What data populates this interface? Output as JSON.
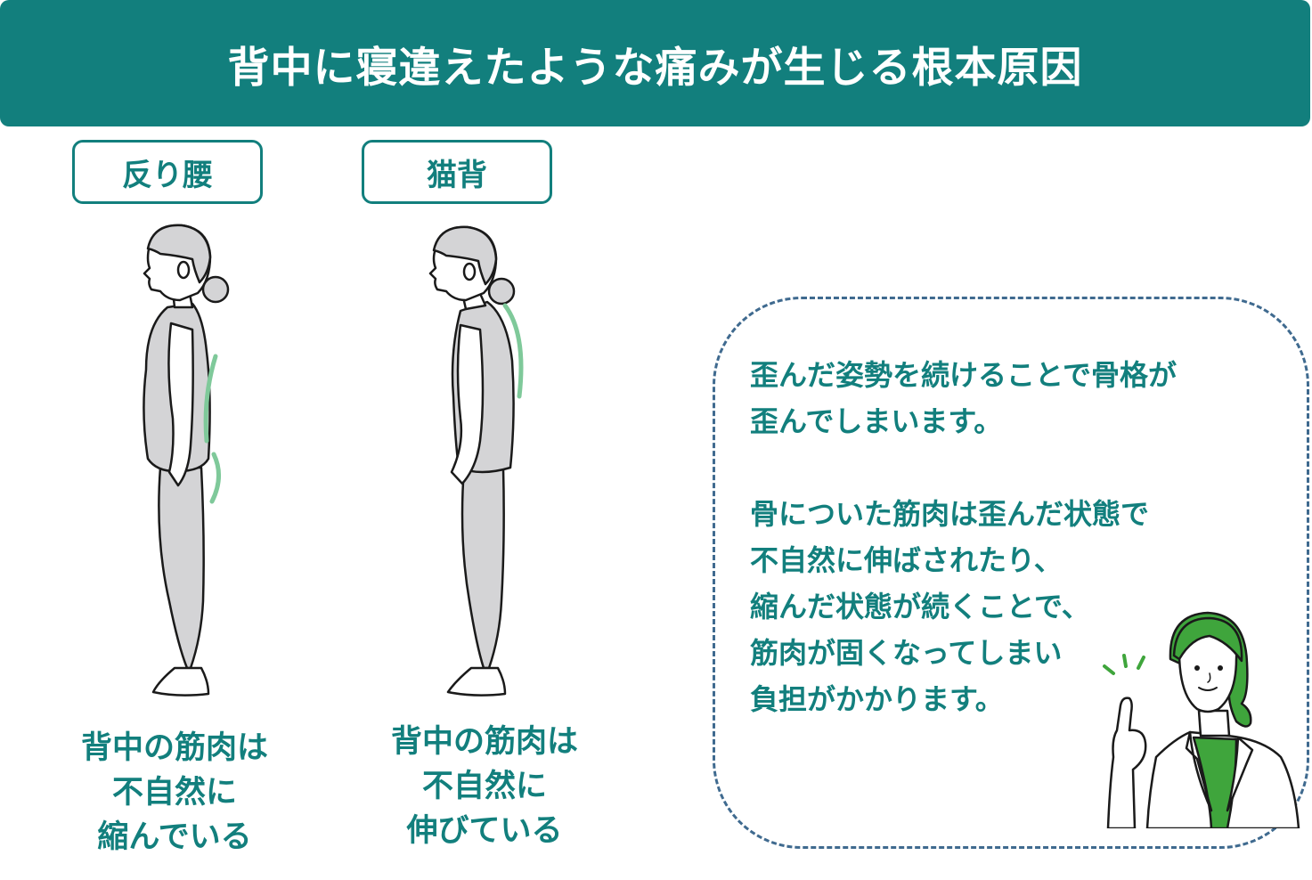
{
  "title": "背中に寝違えたような痛みが生じる根本原因",
  "left": {
    "label": "反り腰",
    "caption": [
      "背中の筋肉は",
      "不自然に",
      "縮んでいる"
    ]
  },
  "right": {
    "label": "猫背",
    "caption": [
      "背中の筋肉は",
      "不自然に",
      "伸びている"
    ]
  },
  "info": {
    "lines": [
      "歪んだ姿勢を続けることで骨格が",
      "歪んでしまいます。",
      "",
      "骨についた筋肉は歪んだ状態で",
      "不自然に伸ばされたり、",
      "縮んだ状態が続くことで、",
      "筋肉が固くなってしまい",
      "負担がかかります。"
    ]
  },
  "colors": {
    "teal": "#127f7d",
    "spine_highlight": "#7fc99a",
    "dashed_border": "#3f6a8f",
    "doctor_green": "#3fa53c"
  }
}
